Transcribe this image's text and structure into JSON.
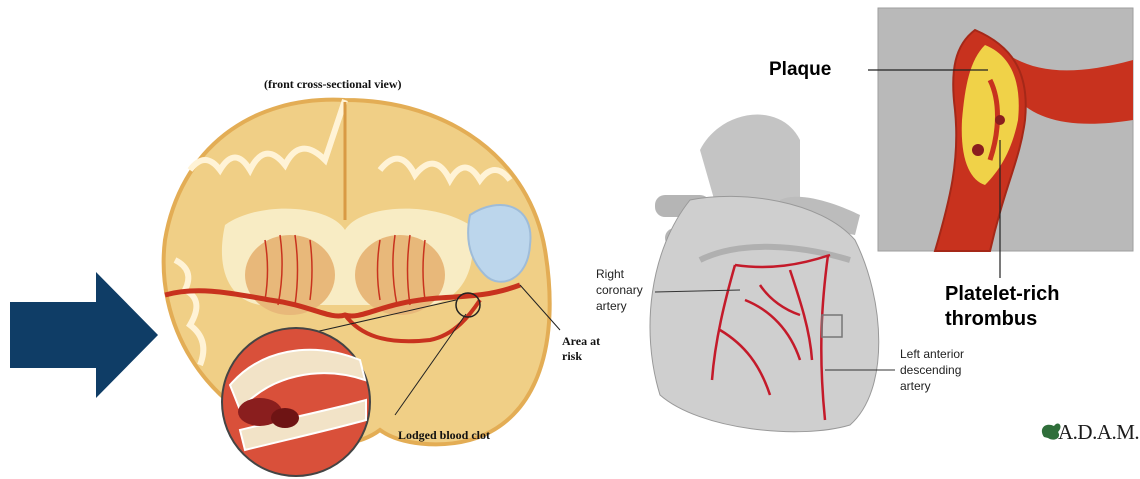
{
  "colors": {
    "arrow": "#0f3d66",
    "brain_tissue": "#f0cf86",
    "brain_outline": "#e3ad55",
    "artery": "#c8321e",
    "area_at_risk": "#bcd6ec",
    "heart": "#c9c9c9",
    "coronary": "#c41a2a"
  },
  "brain": {
    "view_title": "(front cross-sectional view)",
    "area_label_line1": "Area at",
    "area_label_line2": "risk",
    "clot_label": "Lodged blood clot"
  },
  "heart": {
    "rca_line1": "Right",
    "rca_line2": "coronary",
    "rca_line3": "artery",
    "lad_line1": "Left anterior",
    "lad_line2": "descending",
    "lad_line3": "artery"
  },
  "inset": {
    "plaque_label": "Plaque",
    "thrombus_line1": "Platelet-rich",
    "thrombus_line2": "thrombus"
  },
  "logo": {
    "text": "A.D.A.M."
  }
}
